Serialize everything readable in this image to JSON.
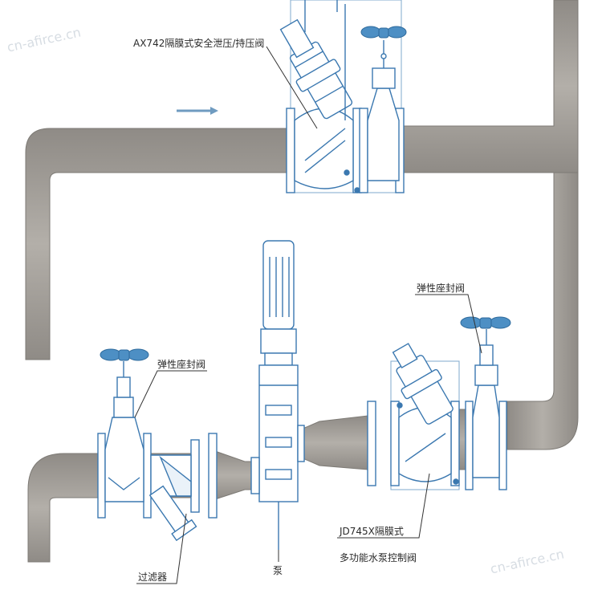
{
  "labels": {
    "top_valve": "AX742隔膜式安全泄压/持压阀",
    "gate_valve_left": "弹性座封阀",
    "gate_valve_right": "弹性座封阀",
    "filter": "过滤器",
    "pump": "泵",
    "pump_control_valve_line1": "JD745X隔膜式",
    "pump_control_valve_line2": "多功能水泵控制阀"
  },
  "watermarks": {
    "top_left": "cn-afirce.cn",
    "bottom_right": "cn-afirce.cn"
  },
  "colors": {
    "pipe": "#a5a19b",
    "pipe_edge": "#7d7a75",
    "valve_line": "#3b78b0",
    "valve_handle": "#4d8fc4",
    "flange": "#ffffff"
  }
}
